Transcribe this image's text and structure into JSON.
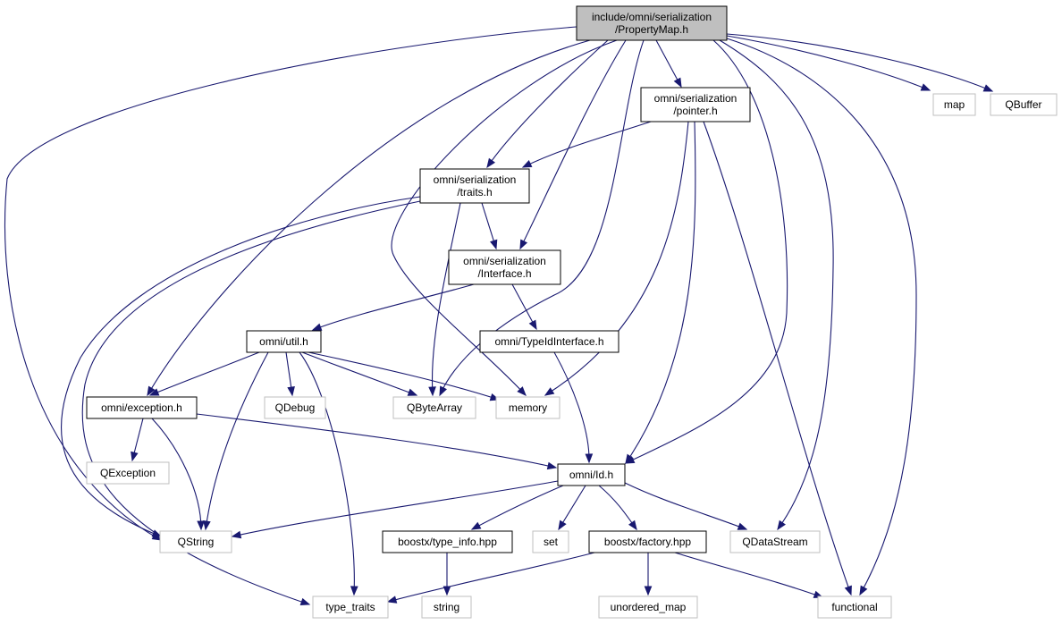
{
  "nodes": [
    {
      "id": "root",
      "lines": [
        "include/omni/serialization",
        "/PropertyMap.h"
      ],
      "style": "root"
    },
    {
      "id": "pointer",
      "lines": [
        "omni/serialization",
        "/pointer.h"
      ],
      "style": "file"
    },
    {
      "id": "map",
      "lines": [
        "map"
      ],
      "style": "external"
    },
    {
      "id": "qbuffer",
      "lines": [
        "QBuffer"
      ],
      "style": "external"
    },
    {
      "id": "traits",
      "lines": [
        "omni/serialization",
        "/traits.h"
      ],
      "style": "file"
    },
    {
      "id": "interface",
      "lines": [
        "omni/serialization",
        "/Interface.h"
      ],
      "style": "file"
    },
    {
      "id": "util",
      "lines": [
        "omni/util.h"
      ],
      "style": "file"
    },
    {
      "id": "typeidinterface",
      "lines": [
        "omni/TypeIdInterface.h"
      ],
      "style": "file"
    },
    {
      "id": "exception",
      "lines": [
        "omni/exception.h"
      ],
      "style": "file"
    },
    {
      "id": "qdebug",
      "lines": [
        "QDebug"
      ],
      "style": "external"
    },
    {
      "id": "qbytearray",
      "lines": [
        "QByteArray"
      ],
      "style": "external"
    },
    {
      "id": "memory",
      "lines": [
        "memory"
      ],
      "style": "external"
    },
    {
      "id": "qexception",
      "lines": [
        "QException"
      ],
      "style": "external"
    },
    {
      "id": "id",
      "lines": [
        "omni/Id.h"
      ],
      "style": "file"
    },
    {
      "id": "qstring",
      "lines": [
        "QString"
      ],
      "style": "external"
    },
    {
      "id": "typeinfo",
      "lines": [
        "boostx/type_info.hpp"
      ],
      "style": "file"
    },
    {
      "id": "set",
      "lines": [
        "set"
      ],
      "style": "external"
    },
    {
      "id": "factory",
      "lines": [
        "boostx/factory.hpp"
      ],
      "style": "file"
    },
    {
      "id": "qdatastream",
      "lines": [
        "QDataStream"
      ],
      "style": "external"
    },
    {
      "id": "typetraits",
      "lines": [
        "type_traits"
      ],
      "style": "external"
    },
    {
      "id": "string",
      "lines": [
        "string"
      ],
      "style": "external"
    },
    {
      "id": "unorderedmap",
      "lines": [
        "unordered_map"
      ],
      "style": "external"
    },
    {
      "id": "functional",
      "lines": [
        "functional"
      ],
      "style": "external"
    }
  ],
  "edges": [
    [
      "root",
      "pointer"
    ],
    [
      "root",
      "map"
    ],
    [
      "root",
      "qbuffer"
    ],
    [
      "root",
      "traits"
    ],
    [
      "root",
      "interface"
    ],
    [
      "root",
      "exception"
    ],
    [
      "root",
      "qstring"
    ],
    [
      "root",
      "qbytearray"
    ],
    [
      "root",
      "memory"
    ],
    [
      "root",
      "id"
    ],
    [
      "root",
      "qdatastream"
    ],
    [
      "root",
      "functional"
    ],
    [
      "pointer",
      "traits"
    ],
    [
      "pointer",
      "memory"
    ],
    [
      "pointer",
      "id"
    ],
    [
      "pointer",
      "functional"
    ],
    [
      "traits",
      "interface"
    ],
    [
      "traits",
      "qbytearray"
    ],
    [
      "traits",
      "qstring"
    ],
    [
      "traits",
      "typetraits"
    ],
    [
      "interface",
      "util"
    ],
    [
      "interface",
      "typeidinterface"
    ],
    [
      "util",
      "exception"
    ],
    [
      "util",
      "qdebug"
    ],
    [
      "util",
      "qbytearray"
    ],
    [
      "util",
      "memory"
    ],
    [
      "util",
      "qstring"
    ],
    [
      "util",
      "typetraits"
    ],
    [
      "typeidinterface",
      "id"
    ],
    [
      "exception",
      "qexception"
    ],
    [
      "exception",
      "qstring"
    ],
    [
      "exception",
      "id"
    ],
    [
      "id",
      "qstring"
    ],
    [
      "id",
      "typeinfo"
    ],
    [
      "id",
      "set"
    ],
    [
      "id",
      "factory"
    ],
    [
      "id",
      "qdatastream"
    ],
    [
      "typeinfo",
      "string"
    ],
    [
      "factory",
      "typetraits"
    ],
    [
      "factory",
      "unorderedmap"
    ],
    [
      "factory",
      "functional"
    ]
  ],
  "colors": {
    "edge": "#191970",
    "root_fill": "#bfbfbf",
    "file_border": "#000000",
    "external_border": "#bfbfbf",
    "text": "#000000"
  }
}
